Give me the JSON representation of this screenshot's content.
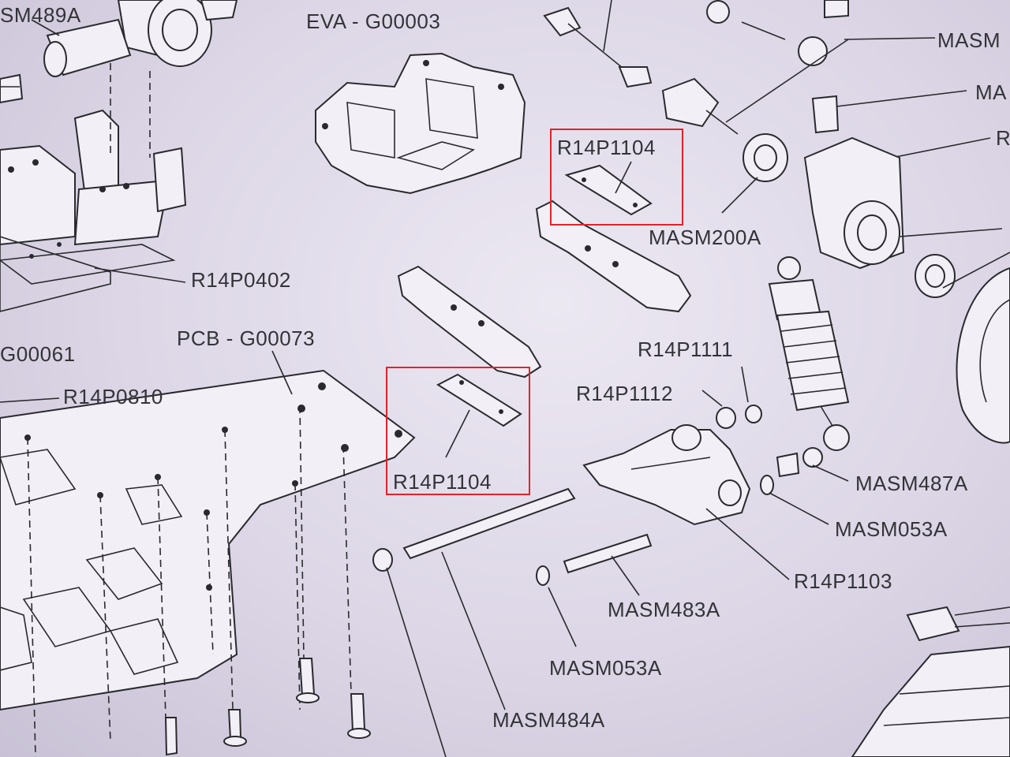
{
  "labels": {
    "masm489a": "SM489A",
    "eva_g00003": "EVA - G00003",
    "masm_top_right": "MASM",
    "ma_right": "MA",
    "r_right": "R",
    "r14p1104_top": "R14P1104",
    "masm200a": "MASM200A",
    "r14p0402": "R14P0402",
    "pcb_g00073": "PCB - G00073",
    "g00061": "G00061",
    "r14p0810": "R14P0810",
    "r14p1111": "R14P1111",
    "r14p1112": "R14P1112",
    "r14p1104_mid": "R14P1104",
    "masm487a": "MASM487A",
    "masm053a_right": "MASM053A",
    "r14p1103": "R14P1103",
    "masm483a": "MASM483A",
    "masm053a_bottom": "MASM053A",
    "masm484a": "MASM484A"
  },
  "highlight_color": "#e0242a"
}
